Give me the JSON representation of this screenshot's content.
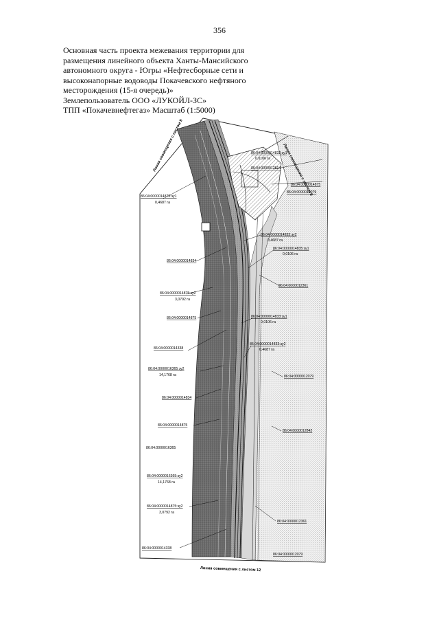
{
  "page_number": "356",
  "header_lines": [
    "Основная часть проекта межевания территории для",
    "размещения линейного объекта Ханты-Мансийского",
    "автономного округа - Югры «Нефтесборные сети и",
    "высоконапорные водоводы Покачевского нефтяного",
    "месторождения (15-я очередь)»",
    "Землепользователь ООО «ЛУКОЙЛ-ЗС»",
    "ТПП «Покачевнефтегаз» Масштаб (1:5000)"
  ],
  "map": {
    "match_line_top_left": "Линия совмещения с листом 9",
    "match_line_top_right": "Линия совмещения с листом 9",
    "match_line_bottom": "Линия совмещения с листом 12",
    "parcels_left": [
      {
        "id": "86:04:0000014875:зу1",
        "area": "0,4687 га"
      },
      {
        "id": "86:04:0000014834",
        "area": ""
      },
      {
        "id": "86:04:0000014875:зу2",
        "area": "3,0792 га"
      },
      {
        "id": "86:04:0000014875",
        "area": ""
      },
      {
        "id": "86:04:0000014338",
        "area": ""
      },
      {
        "id": "86:04:0000016365:зу2",
        "area": "14,1768 га"
      },
      {
        "id": "86:04:0000014834",
        "area": ""
      },
      {
        "id": "86:04:0000014875",
        "area": ""
      },
      {
        "id": "86:04:0000016365",
        "area": ""
      },
      {
        "id": "86:04:0000016365:зу2",
        "area": "14,1768 га"
      },
      {
        "id": "86:04:0000014875:зу2",
        "area": "3,0792 га"
      },
      {
        "id": "86:04:0000014338",
        "area": ""
      }
    ],
    "parcels_right": [
      {
        "id": "86:04:0000014832:зу1",
        "area": "0,0106 га"
      },
      {
        "id": "86:04:0000012814",
        "area": ""
      },
      {
        "id": "86:04:0000014875",
        "area": ""
      },
      {
        "id": "86:04:0000012079",
        "area": ""
      },
      {
        "id": "86:04:0000014833:зу2",
        "area": "0,4687 га"
      },
      {
        "id": "86:04:0000014835:зу1",
        "area": "0,0106 га"
      },
      {
        "id": "86:04:0000012361",
        "area": ""
      },
      {
        "id": "86:04:0000014833:зу1",
        "area": "0,0106 га"
      },
      {
        "id": "86:04:0000014833:зу2",
        "area": "0,4687 га"
      },
      {
        "id": "86:04:0000012079",
        "area": ""
      },
      {
        "id": "86:04:0000012842",
        "area": ""
      },
      {
        "id": "86:04:0000012361",
        "area": ""
      },
      {
        "id": "86:04:0000012079",
        "area": ""
      }
    ]
  }
}
